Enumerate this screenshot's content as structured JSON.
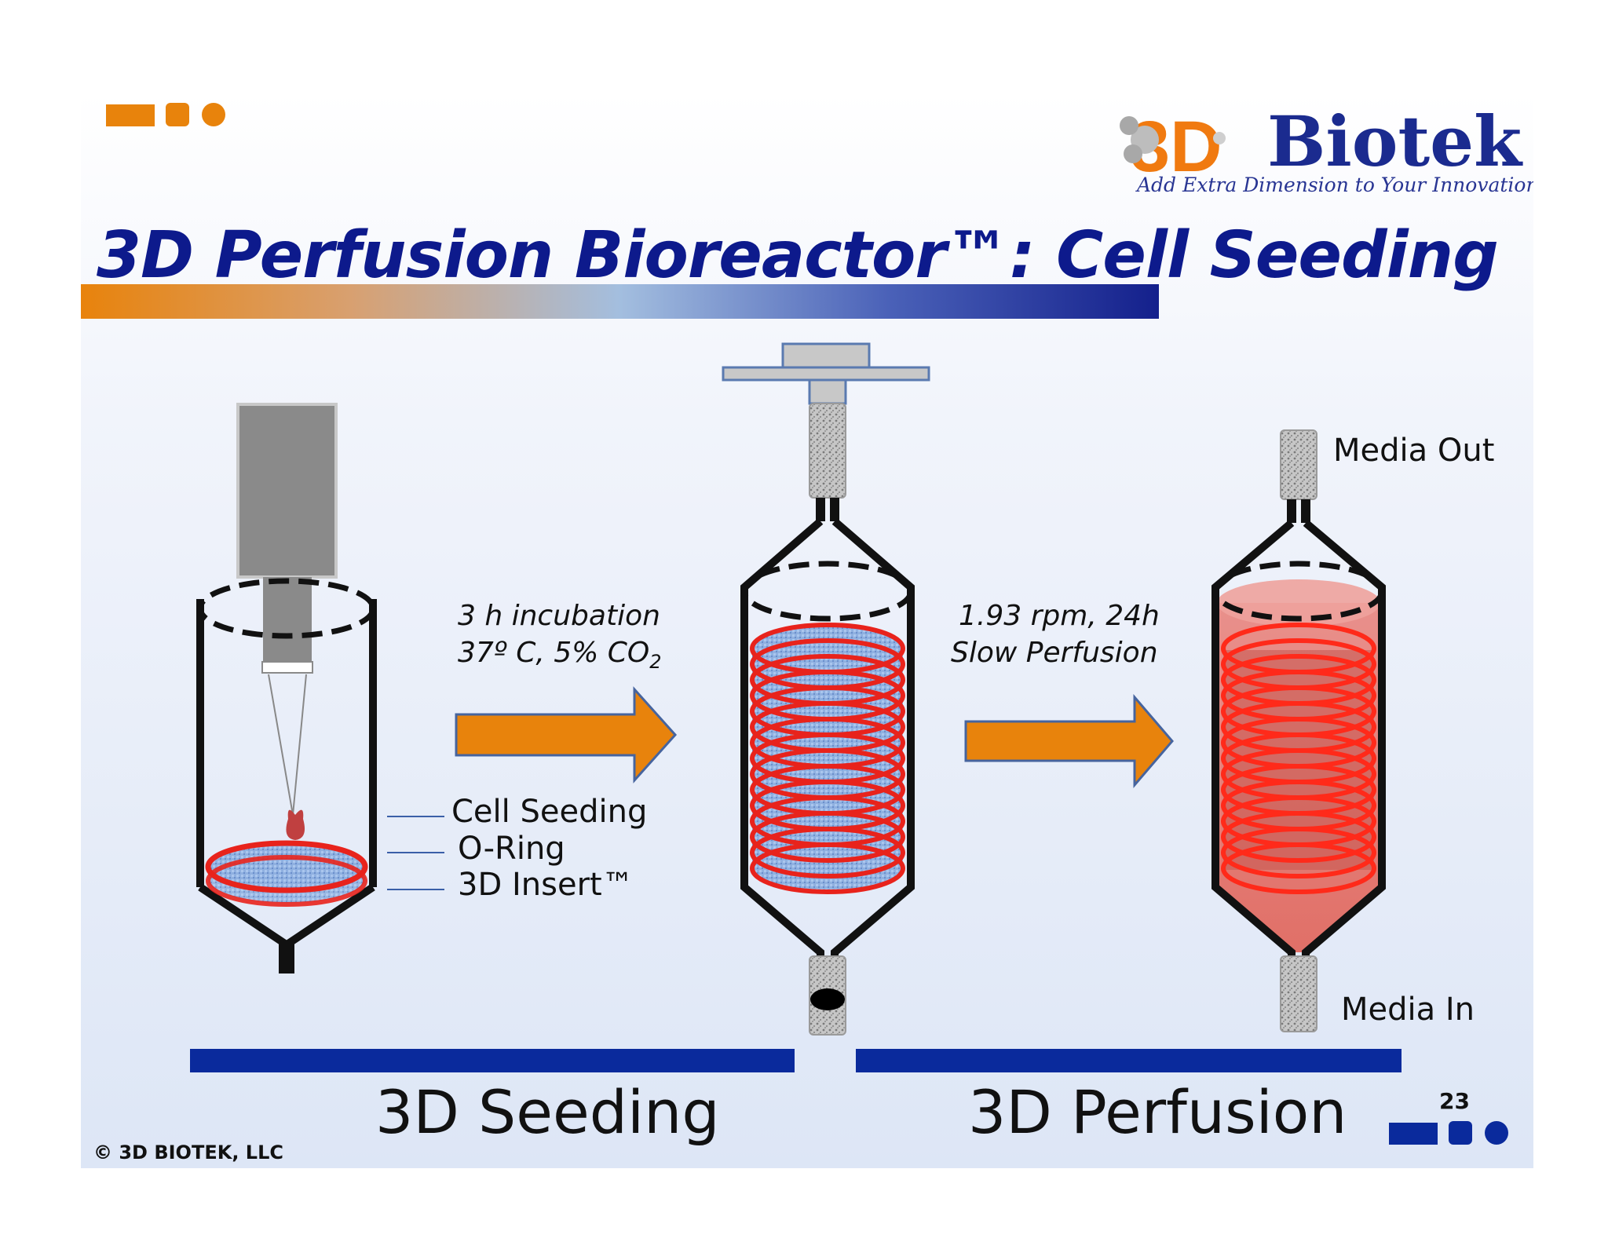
{
  "slide": {
    "title": "3D Perfusion Bioreactor™: Cell Seeding",
    "copyright": "© 3D BIOTEK, LLC",
    "page_number": "23"
  },
  "logo": {
    "mark": "3D",
    "name": "Biotek",
    "tagline": "Add Extra Dimension to Your Innovation"
  },
  "steps": {
    "incubation": {
      "line1": "3 h incubation",
      "line2_prefix": "37º C, 5% CO",
      "line2_sub": "2"
    },
    "perfusion": {
      "line1": "1.93 rpm, 24h",
      "line2": "Slow Perfusion"
    }
  },
  "labels": {
    "cell_seeding": "Cell Seeding",
    "o_ring": "O-Ring",
    "insert": "3D Insert™",
    "media_out": "Media Out",
    "media_in": "Media In"
  },
  "sections": {
    "seeding": "3D Seeding",
    "perfusion": "3D Perfusion"
  },
  "colors": {
    "title_blue": "#0d1a8c",
    "accent_orange": "#e8830c",
    "bar_blue": "#0a2a9c",
    "ring_red": "#e8231c"
  }
}
